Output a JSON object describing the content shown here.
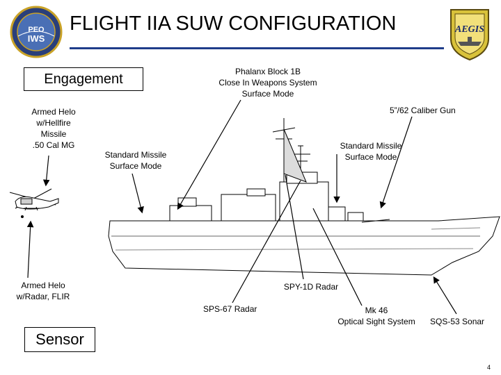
{
  "slide": {
    "title": "FLIGHT IIA SUW CONFIGURATION",
    "page_number": "4",
    "accent_color": "#1f3d8a"
  },
  "logos": {
    "left": {
      "icon": "peo-iws-seal-icon",
      "text": "PEO IWS"
    },
    "right": {
      "icon": "aegis-shield-icon",
      "text": "AEGIS"
    }
  },
  "sections": {
    "engagement": "Engagement",
    "sensor": "Sensor"
  },
  "labels": {
    "armed_helo_missile": [
      "Armed Helo",
      "w/Hellfire",
      "Missile",
      ".50 Cal MG"
    ],
    "standard_missile_aft": [
      "Standard Missile",
      "Surface Mode"
    ],
    "phalanx": [
      "Phalanx Block 1B",
      "Close In Weapons System",
      "Surface Mode"
    ],
    "gun": "5”/62 Caliber Gun",
    "standard_missile_fwd": [
      "Standard Missile",
      "Surface Mode"
    ],
    "armed_helo_radar": [
      "Armed Helo",
      "w/Radar, FLIR"
    ],
    "spy_radar": "SPY-1D Radar",
    "sps_radar": "SPS-67 Radar",
    "mk46": [
      "Mk 46",
      "Optical Sight System"
    ],
    "sqs_sonar": "SQS-53 Sonar"
  }
}
